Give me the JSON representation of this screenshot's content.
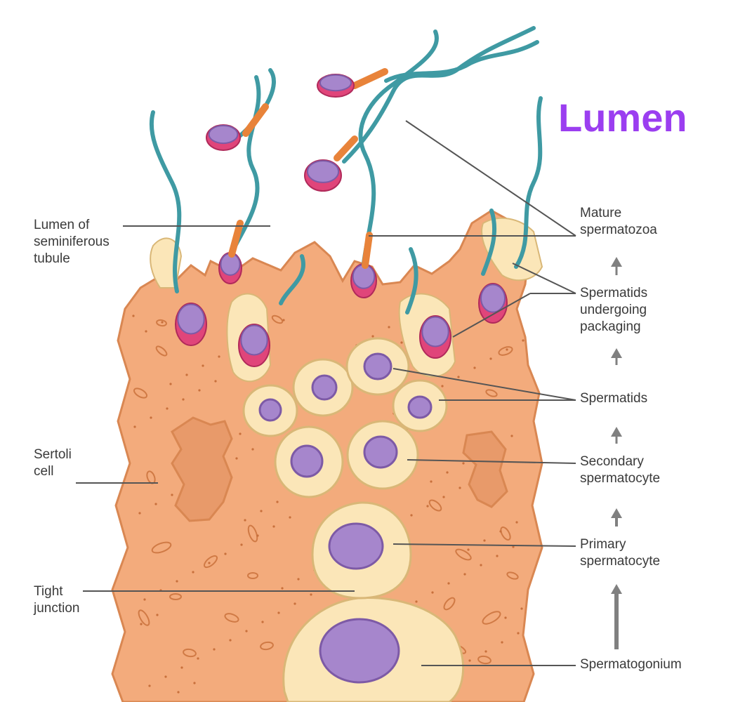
{
  "diagram": {
    "title": "Lumen",
    "title_color": "#9b3ef0",
    "colors": {
      "sertoli_fill": "#f3ab7c",
      "sertoli_stroke": "#d98752",
      "germ_cell_fill": "#fbe6b8",
      "germ_cell_stroke": "#d9b777",
      "nucleus_fill": "#a686cc",
      "nucleus_stroke": "#7d5aa6",
      "acrosome_fill": "#e0457a",
      "midpiece_fill": "#e8833a",
      "tail_color": "#3f9aa3",
      "leader_line": "#555555",
      "arrow_color": "#808080"
    },
    "left_labels": [
      {
        "id": "lumen-of-seminiferous-tubule",
        "lines": [
          "Lumen of",
          "seminiferous",
          "tubule"
        ]
      },
      {
        "id": "sertoli-cell",
        "lines": [
          "Sertoli",
          "cell"
        ]
      },
      {
        "id": "tight-junction",
        "lines": [
          "Tight",
          "junction"
        ]
      }
    ],
    "right_labels": [
      {
        "id": "mature-spermatozoa",
        "lines": [
          "Mature",
          "spermatozoa"
        ]
      },
      {
        "id": "spermatids-undergoing-packaging",
        "lines": [
          "Spermatids",
          "undergoing",
          "packaging"
        ]
      },
      {
        "id": "spermatids",
        "lines": [
          "Spermatids"
        ]
      },
      {
        "id": "secondary-spermatocyte",
        "lines": [
          "Secondary",
          "spermatocyte"
        ]
      },
      {
        "id": "primary-spermatocyte",
        "lines": [
          "Primary",
          "spermatocyte"
        ]
      },
      {
        "id": "spermatogonium",
        "lines": [
          "Spermatogonium"
        ]
      }
    ]
  }
}
